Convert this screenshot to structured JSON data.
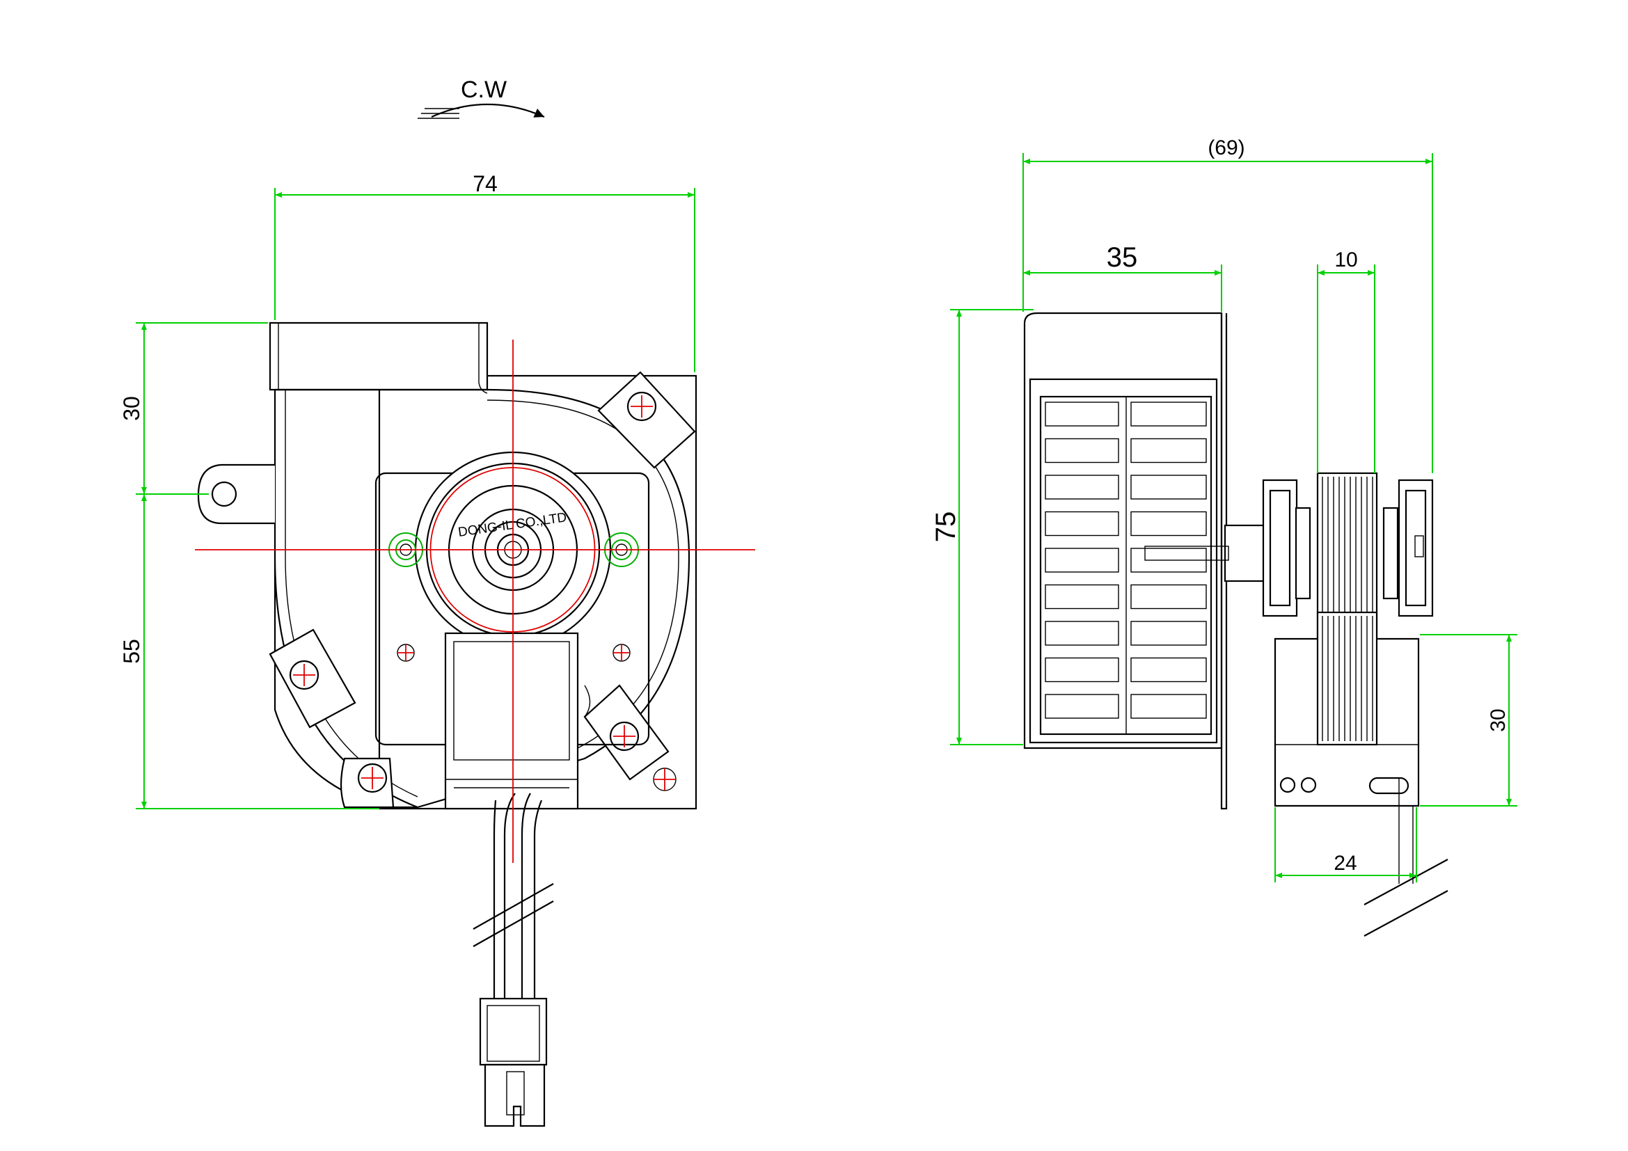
{
  "drawing": {
    "rotation_label": "C.W",
    "maker_mark": "DONG-IL CO.,LTD",
    "colors": {
      "outline": "#000000",
      "dimension": "#00d000",
      "centerline": "#e00000",
      "background": "#ffffff"
    }
  },
  "front_view": {
    "dimensions": {
      "overall_width": "74",
      "top_height": "30",
      "bottom_height": "55"
    }
  },
  "side_view": {
    "dimensions": {
      "overall_depth": "(69)",
      "blower_depth": "35",
      "core_width": "10",
      "height": "75",
      "motor_height": "30",
      "motor_width": "24"
    }
  }
}
